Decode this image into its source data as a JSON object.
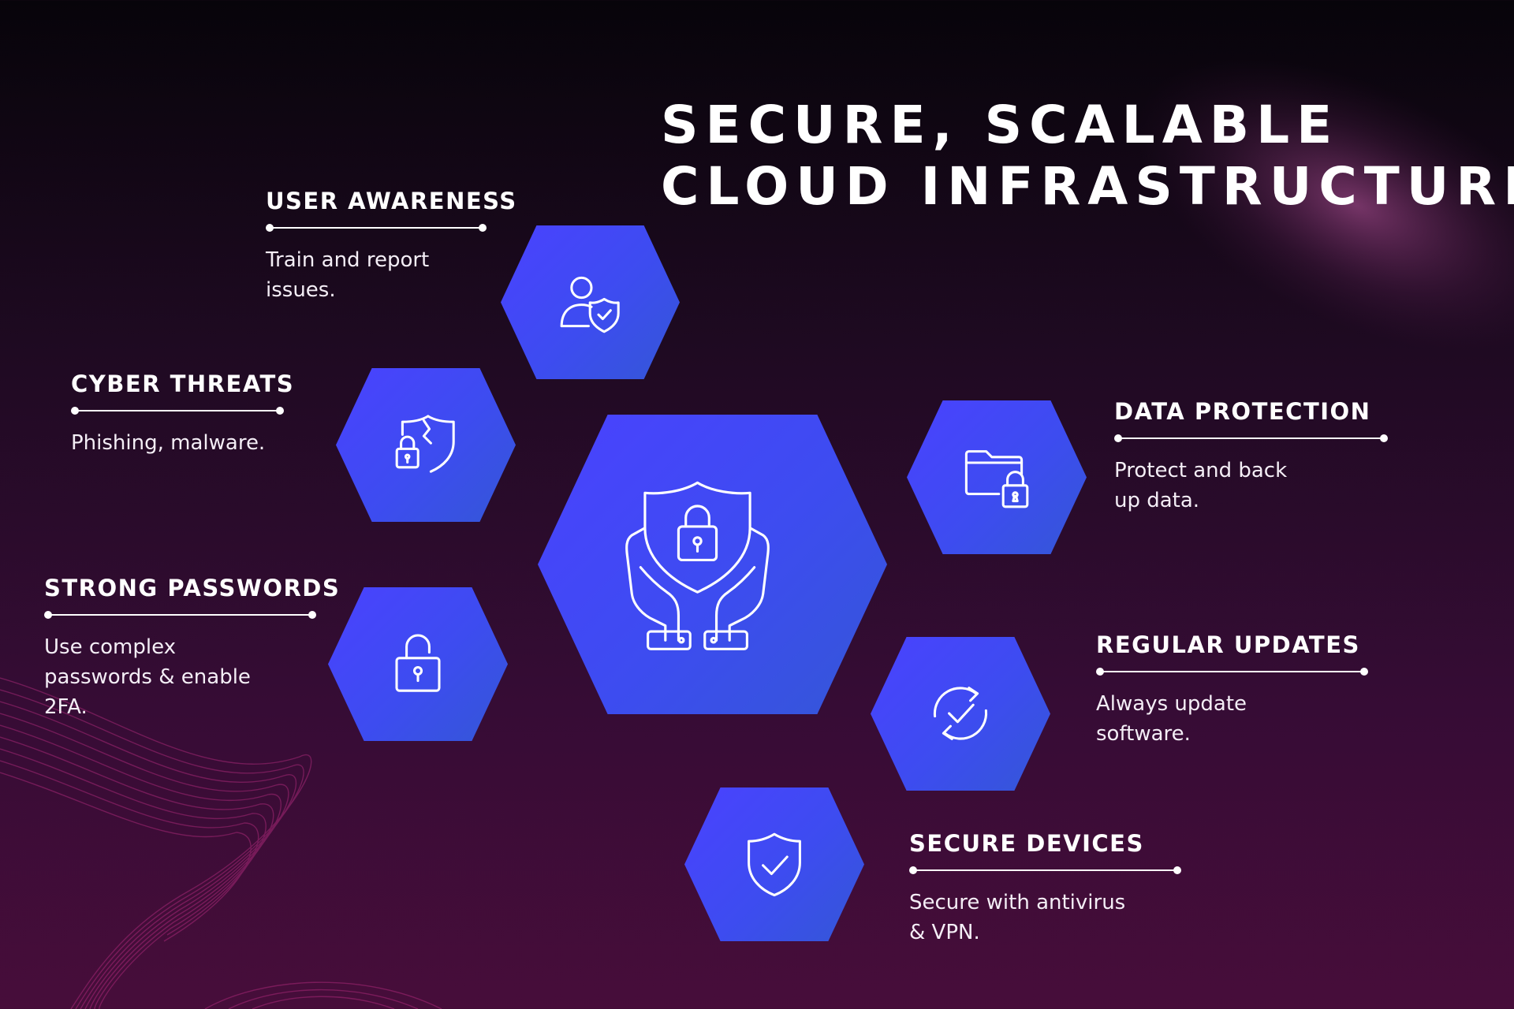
{
  "title": {
    "line1": "Secure, Scalable",
    "line2": "Cloud Infrastructure"
  },
  "colors": {
    "background_top": "#07040a",
    "background_bottom": "#470d3a",
    "hexagon": "#4a42ff",
    "text": "#ffffff"
  },
  "center": {
    "icon": "hands-shield-lock-icon"
  },
  "items": [
    {
      "heading": "USER AWARENESS",
      "text": "Train and report issues.",
      "icon": "user-shield-icon"
    },
    {
      "heading": "CYBER THREATS",
      "text": "Phishing, malware.",
      "icon": "broken-shield-lock-icon"
    },
    {
      "heading": "STRONG PASSWORDS",
      "text": "Use complex passwords & enable 2FA.",
      "icon": "padlock-icon"
    },
    {
      "heading": "DATA PROTECTION",
      "text": "Protect and back up data.",
      "icon": "folder-lock-icon"
    },
    {
      "heading": "REGULAR UPDATES",
      "text": "Always update software.",
      "icon": "refresh-check-icon"
    },
    {
      "heading": "SECURE DEVICES",
      "text": "Secure with antivirus & VPN.",
      "icon": "shield-check-icon"
    }
  ]
}
